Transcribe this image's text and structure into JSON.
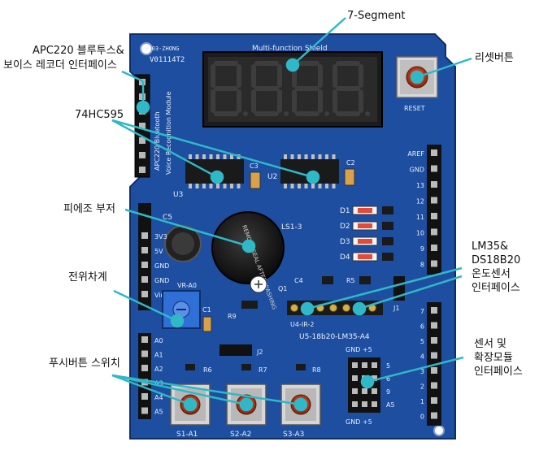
{
  "board": {
    "title_silk": "Multi-function Shield",
    "model_top": "v0003-ZHONG",
    "model_code": "V01114T2",
    "reset_silk": "RESET",
    "module_silk_1": "APC220 Bluetooth",
    "module_silk_2": "Voice Recognition Module",
    "u3": "U3",
    "u2": "U2",
    "c2": "C2",
    "c3": "C3",
    "c4": "C4",
    "c5": "C5",
    "c1": "C1",
    "ls": "LS1-3",
    "q1": "Q1",
    "r5": "R5",
    "r9": "R9",
    "r6": "R6",
    "r7": "R7",
    "r8": "R8",
    "j1": "J1",
    "j2": "J2",
    "vr": "VR-A0",
    "u4": "U4-IR-2",
    "u5": "U5-18b20-LM35-A4",
    "gnd_5_top": "GND +5",
    "gnd_5_bot": "GND +5",
    "s1": "S1-A1",
    "s2": "S2-A2",
    "s3": "S3-A3",
    "buzzer_text": "REMOVE SEAL AFTER WASHING",
    "leds": [
      "D1",
      "D2",
      "D3",
      "D4"
    ],
    "right_pins_top": [
      "AREF",
      "GND",
      "13",
      "12",
      "11",
      "10",
      "9",
      "8"
    ],
    "right_pins_bot": [
      "7",
      "6",
      "5",
      "4",
      "3",
      "2",
      "1",
      "0"
    ],
    "left_pins_power": [
      "3V3",
      "5V",
      "GND",
      "GND",
      "Vin"
    ],
    "left_pins_analog": [
      "A0",
      "A1",
      "A2",
      "A3",
      "A4",
      "A5"
    ],
    "header_pins": [
      "5",
      "6",
      "9",
      "A5"
    ]
  },
  "callouts": {
    "seven_segment": "7-Segment",
    "reset_button": "리셋버튼",
    "apc220_line1": "APC220 블루투스&",
    "apc220_line2": "보이스 레코더 인터페이스",
    "ic_74hc595": "74HC595",
    "piezo": "피에조 부저",
    "potentiometer": "전위차계",
    "lm35_line1": "LM35&",
    "lm35_line2": "DS18B20",
    "lm35_line3": "온도센서",
    "lm35_line4": "인터페이스",
    "expansion_line1": "센서 및",
    "expansion_line2": "확장모듈",
    "expansion_line3": "인터페이스",
    "pushbutton": "푸시버튼 스위치"
  },
  "colors": {
    "pcb": "#1d4ea0",
    "pcb_dark": "#163c7c",
    "leader": "#2fb8c8",
    "segment": "#ff2a1a"
  }
}
